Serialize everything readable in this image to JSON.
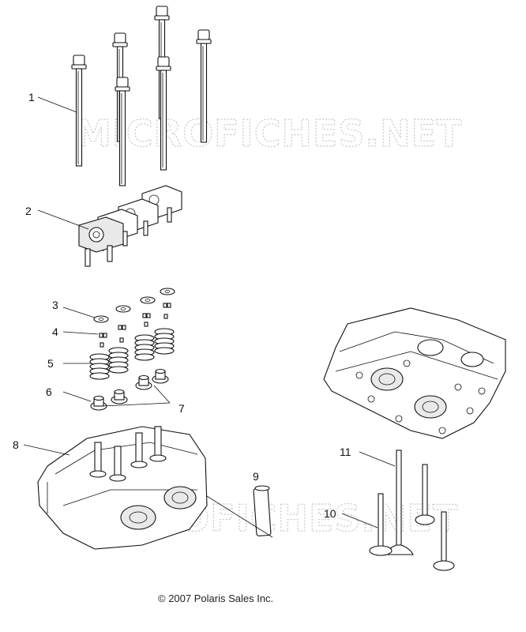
{
  "watermark": "MICROFICHES.NET",
  "copyright": "© 2007 Polaris Sales Inc.",
  "callouts": [
    "1",
    "2",
    "3",
    "4",
    "5",
    "6",
    "7",
    "8",
    "9",
    "10",
    "11"
  ]
}
